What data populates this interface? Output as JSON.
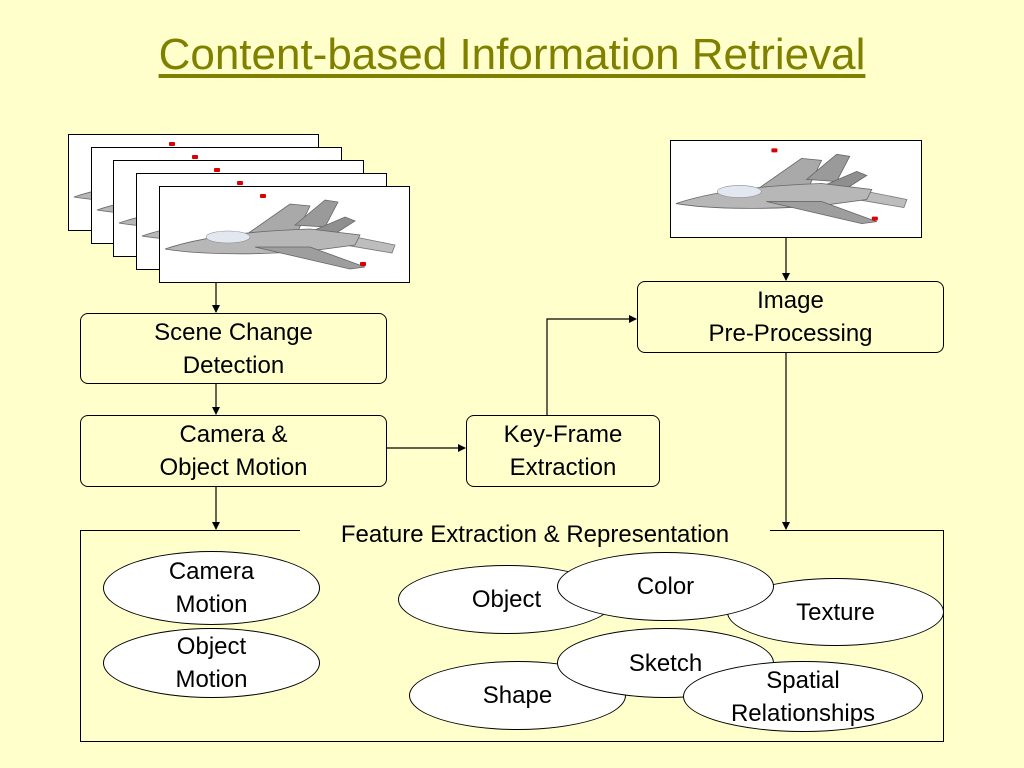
{
  "title": "Content-based Information Retrieval",
  "boxes": {
    "scene_change": "Scene Change\nDetection",
    "camera_object_motion": "Camera &\nObject Motion",
    "key_frame": "Key-Frame\nExtraction",
    "image_preprocessing": "Image\nPre-Processing"
  },
  "feature_panel": {
    "label": "Feature Extraction & Representation",
    "features": {
      "camera_motion": "Camera\nMotion",
      "object_motion": "Object\nMotion",
      "object": "Object",
      "color": "Color",
      "texture": "Texture",
      "sketch": "Sketch",
      "shape": "Shape",
      "spatial": "Spatial\nRelationships"
    }
  },
  "colors": {
    "background": "#ffffcc",
    "title": "#808000"
  },
  "icons": [
    "jet-aircraft-icon"
  ]
}
